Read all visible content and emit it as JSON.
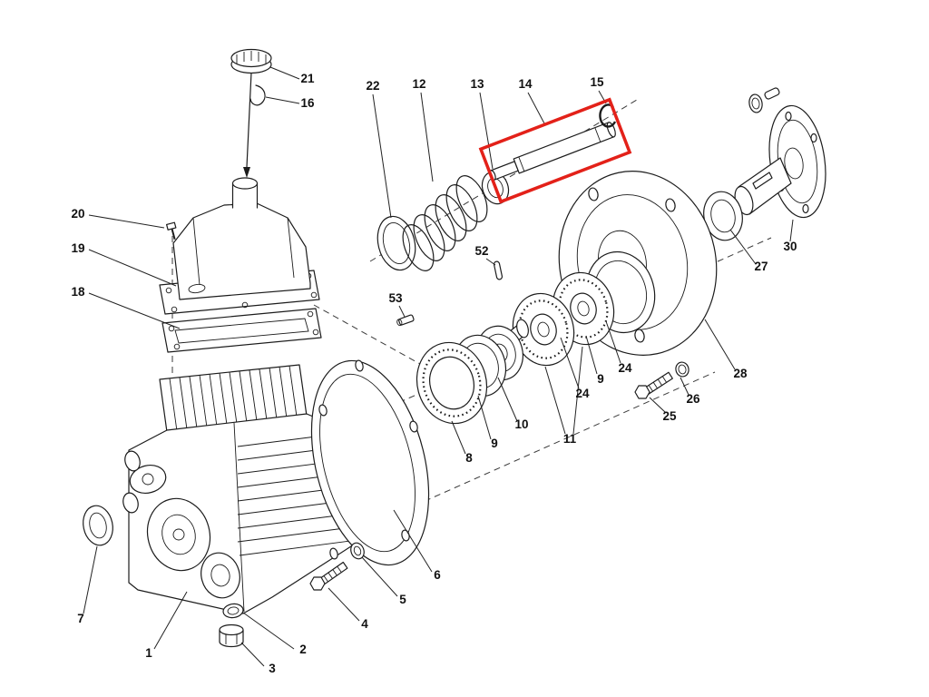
{
  "figure": {
    "kind": "exploded-parts-diagram",
    "background_color": "#ffffff",
    "line_color": "#1c1c1c",
    "highlight": {
      "part_number": "14",
      "color": "#e32119"
    }
  },
  "labels": {
    "n1": "1",
    "n2": "2",
    "n3": "3",
    "n4": "4",
    "n5": "5",
    "n6": "6",
    "n7": "7",
    "n8": "8",
    "n9a": "9",
    "n9b": "9",
    "n10": "10",
    "n11": "11",
    "n12": "12",
    "n13": "13",
    "n14": "14",
    "n15": "15",
    "n16": "16",
    "n18": "18",
    "n19": "19",
    "n20": "20",
    "n21": "21",
    "n22": "22",
    "n24a": "24",
    "n24b": "24",
    "n25": "25",
    "n26": "26",
    "n27": "27",
    "n28": "28",
    "n30": "30",
    "n52": "52",
    "n53": "53"
  }
}
